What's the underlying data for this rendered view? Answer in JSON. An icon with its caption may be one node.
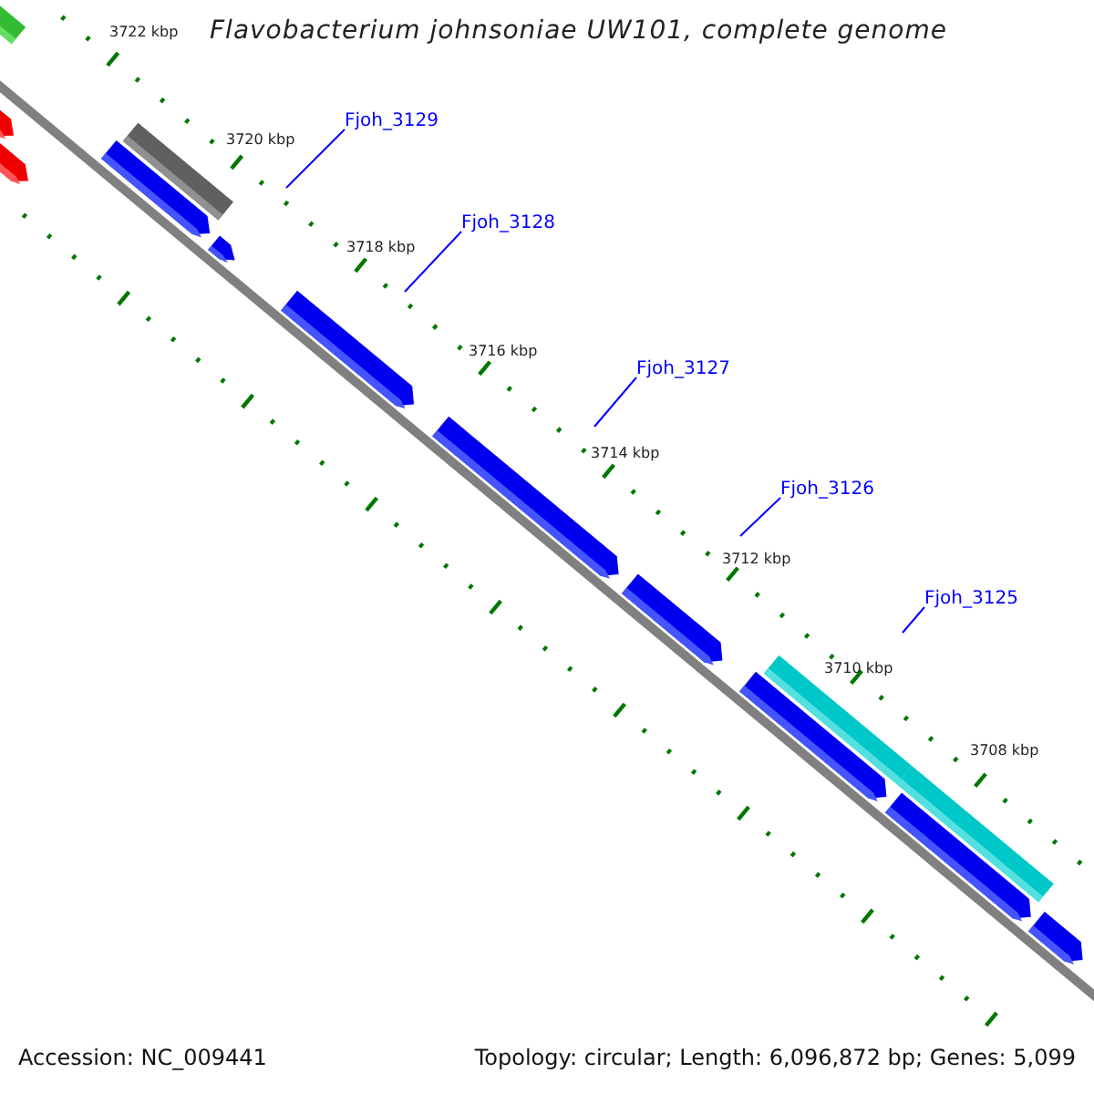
{
  "diagram": {
    "title": "Flavobacterium johnsoniae UW101, complete genome",
    "nodes": [
      {
        "text": [
          "Fjoh_3129"
        ]
      },
      {
        "text": [
          "Fjoh_3128"
        ]
      },
      {
        "text": [
          "Fjoh_3127"
        ]
      },
      {
        "text": [
          "Fjoh_3126"
        ]
      },
      {
        "text": [
          "Fjoh_3125"
        ]
      }
    ],
    "edges": [
      {
        "from": 0,
        "to": null,
        "arrow": "none"
      },
      {
        "from": 1,
        "to": null,
        "arrow": "none"
      },
      {
        "from": 2,
        "to": null,
        "arrow": "none"
      },
      {
        "from": 3,
        "to": null,
        "arrow": "none"
      },
      {
        "from": 4,
        "to": null,
        "arrow": "none"
      }
    ],
    "labels": [
      "3722 kbp",
      "3720 kbp",
      "3718 kbp",
      "3716 kbp",
      "3714 kbp",
      "3712 kbp",
      "3710 kbp",
      "3708 kbp",
      "Accession: NC_009441",
      "Topology: circular; Length: 6,096,872 bp; Genes: 5,099"
    ]
  }
}
